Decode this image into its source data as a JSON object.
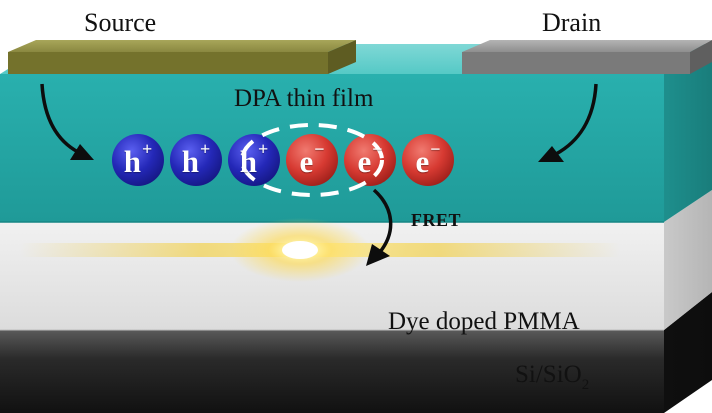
{
  "labels": {
    "source": "Source",
    "drain": "Drain",
    "film": "DPA thin film",
    "fret": "FRET",
    "pmma": "Dye doped PMMA",
    "substrate_base": "Si/SiO",
    "substrate_sub": "2"
  },
  "carriers": [
    {
      "base": "h",
      "sup": "+",
      "type": "hole"
    },
    {
      "base": "h",
      "sup": "+",
      "type": "hole"
    },
    {
      "base": "h",
      "sup": "+",
      "type": "hole"
    },
    {
      "base": "e",
      "sup": "−",
      "type": "electron"
    },
    {
      "base": "e",
      "sup": "−",
      "type": "electron"
    },
    {
      "base": "e",
      "sup": "−",
      "type": "electron"
    }
  ],
  "colors": {
    "hole": "#2428b8",
    "electron": "#d73a32",
    "film": "#28b8b6",
    "source_electrode": "#8c8a3c",
    "drain_electrode": "#8a8a8a",
    "pmma": "#e7e7e7",
    "substrate": "#1a1a1a"
  },
  "icons": {
    "source_arrow": "curved-arrow-icon",
    "drain_arrow": "curved-arrow-icon",
    "fret_arrow": "curved-arrow-icon",
    "emission": "glow-icon"
  }
}
